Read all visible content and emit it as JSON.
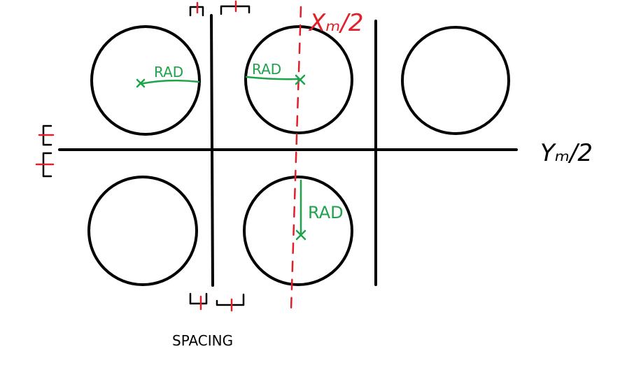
{
  "labels": {
    "x_half": "Xₘ/2",
    "y_half": "Yₘ/2",
    "rad": "RAD",
    "spacing": "SPACING"
  },
  "colors": {
    "ink": "#000000",
    "center_line": "#e0202a",
    "radius": "#1fa34a"
  }
}
